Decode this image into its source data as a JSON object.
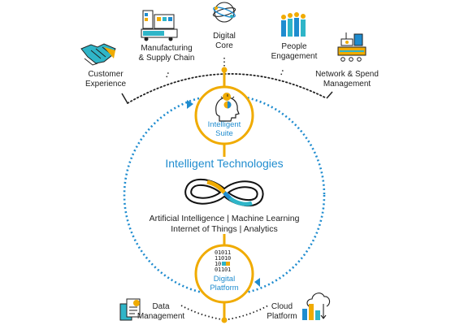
{
  "colors": {
    "accent": "#f0ab00",
    "blue": "#1f8ccf",
    "teal": "#2fb5c8",
    "dark": "#222222"
  },
  "top_items": [
    {
      "name": "customer-experience",
      "icon": "handshake-icon",
      "lines": [
        "Customer",
        "Experience"
      ]
    },
    {
      "name": "manufacturing",
      "icon": "factory-truck-icon",
      "lines": [
        "Manufacturing",
        "& Supply Chain"
      ]
    },
    {
      "name": "digital-core",
      "icon": "globe-icon",
      "lines": [
        "Digital",
        "Core"
      ]
    },
    {
      "name": "people-engagement",
      "icon": "people-icon",
      "lines": [
        "People",
        "Engagement"
      ]
    },
    {
      "name": "network-spend",
      "icon": "network-spend-icon",
      "lines": [
        "Network & Spend",
        "Management"
      ]
    }
  ],
  "suite": {
    "icon": "head-lightbulb-icon",
    "lines": [
      "Intelligent",
      "Suite"
    ]
  },
  "technologies": {
    "title": "Intelligent Technologies",
    "icon": "infinity-icon",
    "lines": [
      "Artificial Intelligence | Machine Learning",
      "Internet of Things | Analytics"
    ]
  },
  "platform": {
    "icon": "binary-data-icon",
    "binary": [
      "01011",
      "11010",
      "10",
      "01101"
    ],
    "lines": [
      "Digital",
      "Platform"
    ]
  },
  "bottom_items": [
    {
      "name": "data-management",
      "icon": "data-document-icon",
      "lines": [
        "Data",
        "Management"
      ]
    },
    {
      "name": "cloud-platform",
      "icon": "cloud-platform-icon",
      "lines": [
        "Cloud",
        "Platform"
      ]
    }
  ]
}
